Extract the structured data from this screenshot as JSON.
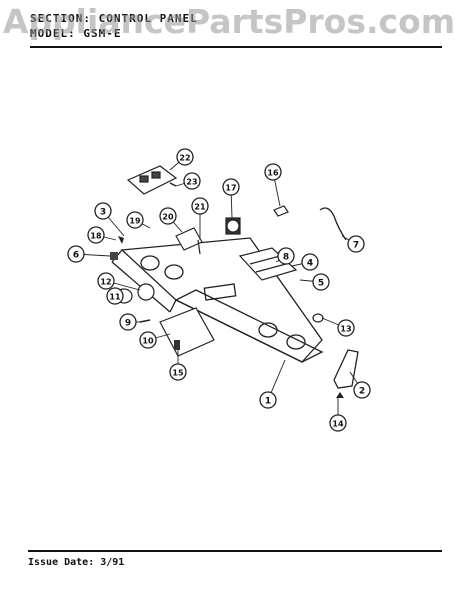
{
  "header": {
    "section_line": "SECTION: CONTROL PANEL",
    "model_line": "MODEL: GSM-E"
  },
  "watermark": "AppliancePartsPros.com",
  "footer": {
    "issue_date": "Issue Date: 3/91"
  },
  "callouts": [
    "1",
    "2",
    "3",
    "4",
    "5",
    "6",
    "7",
    "8",
    "9",
    "10",
    "11",
    "12",
    "13",
    "14",
    "15",
    "16",
    "17",
    "18",
    "19",
    "20",
    "21",
    "22",
    "23"
  ]
}
